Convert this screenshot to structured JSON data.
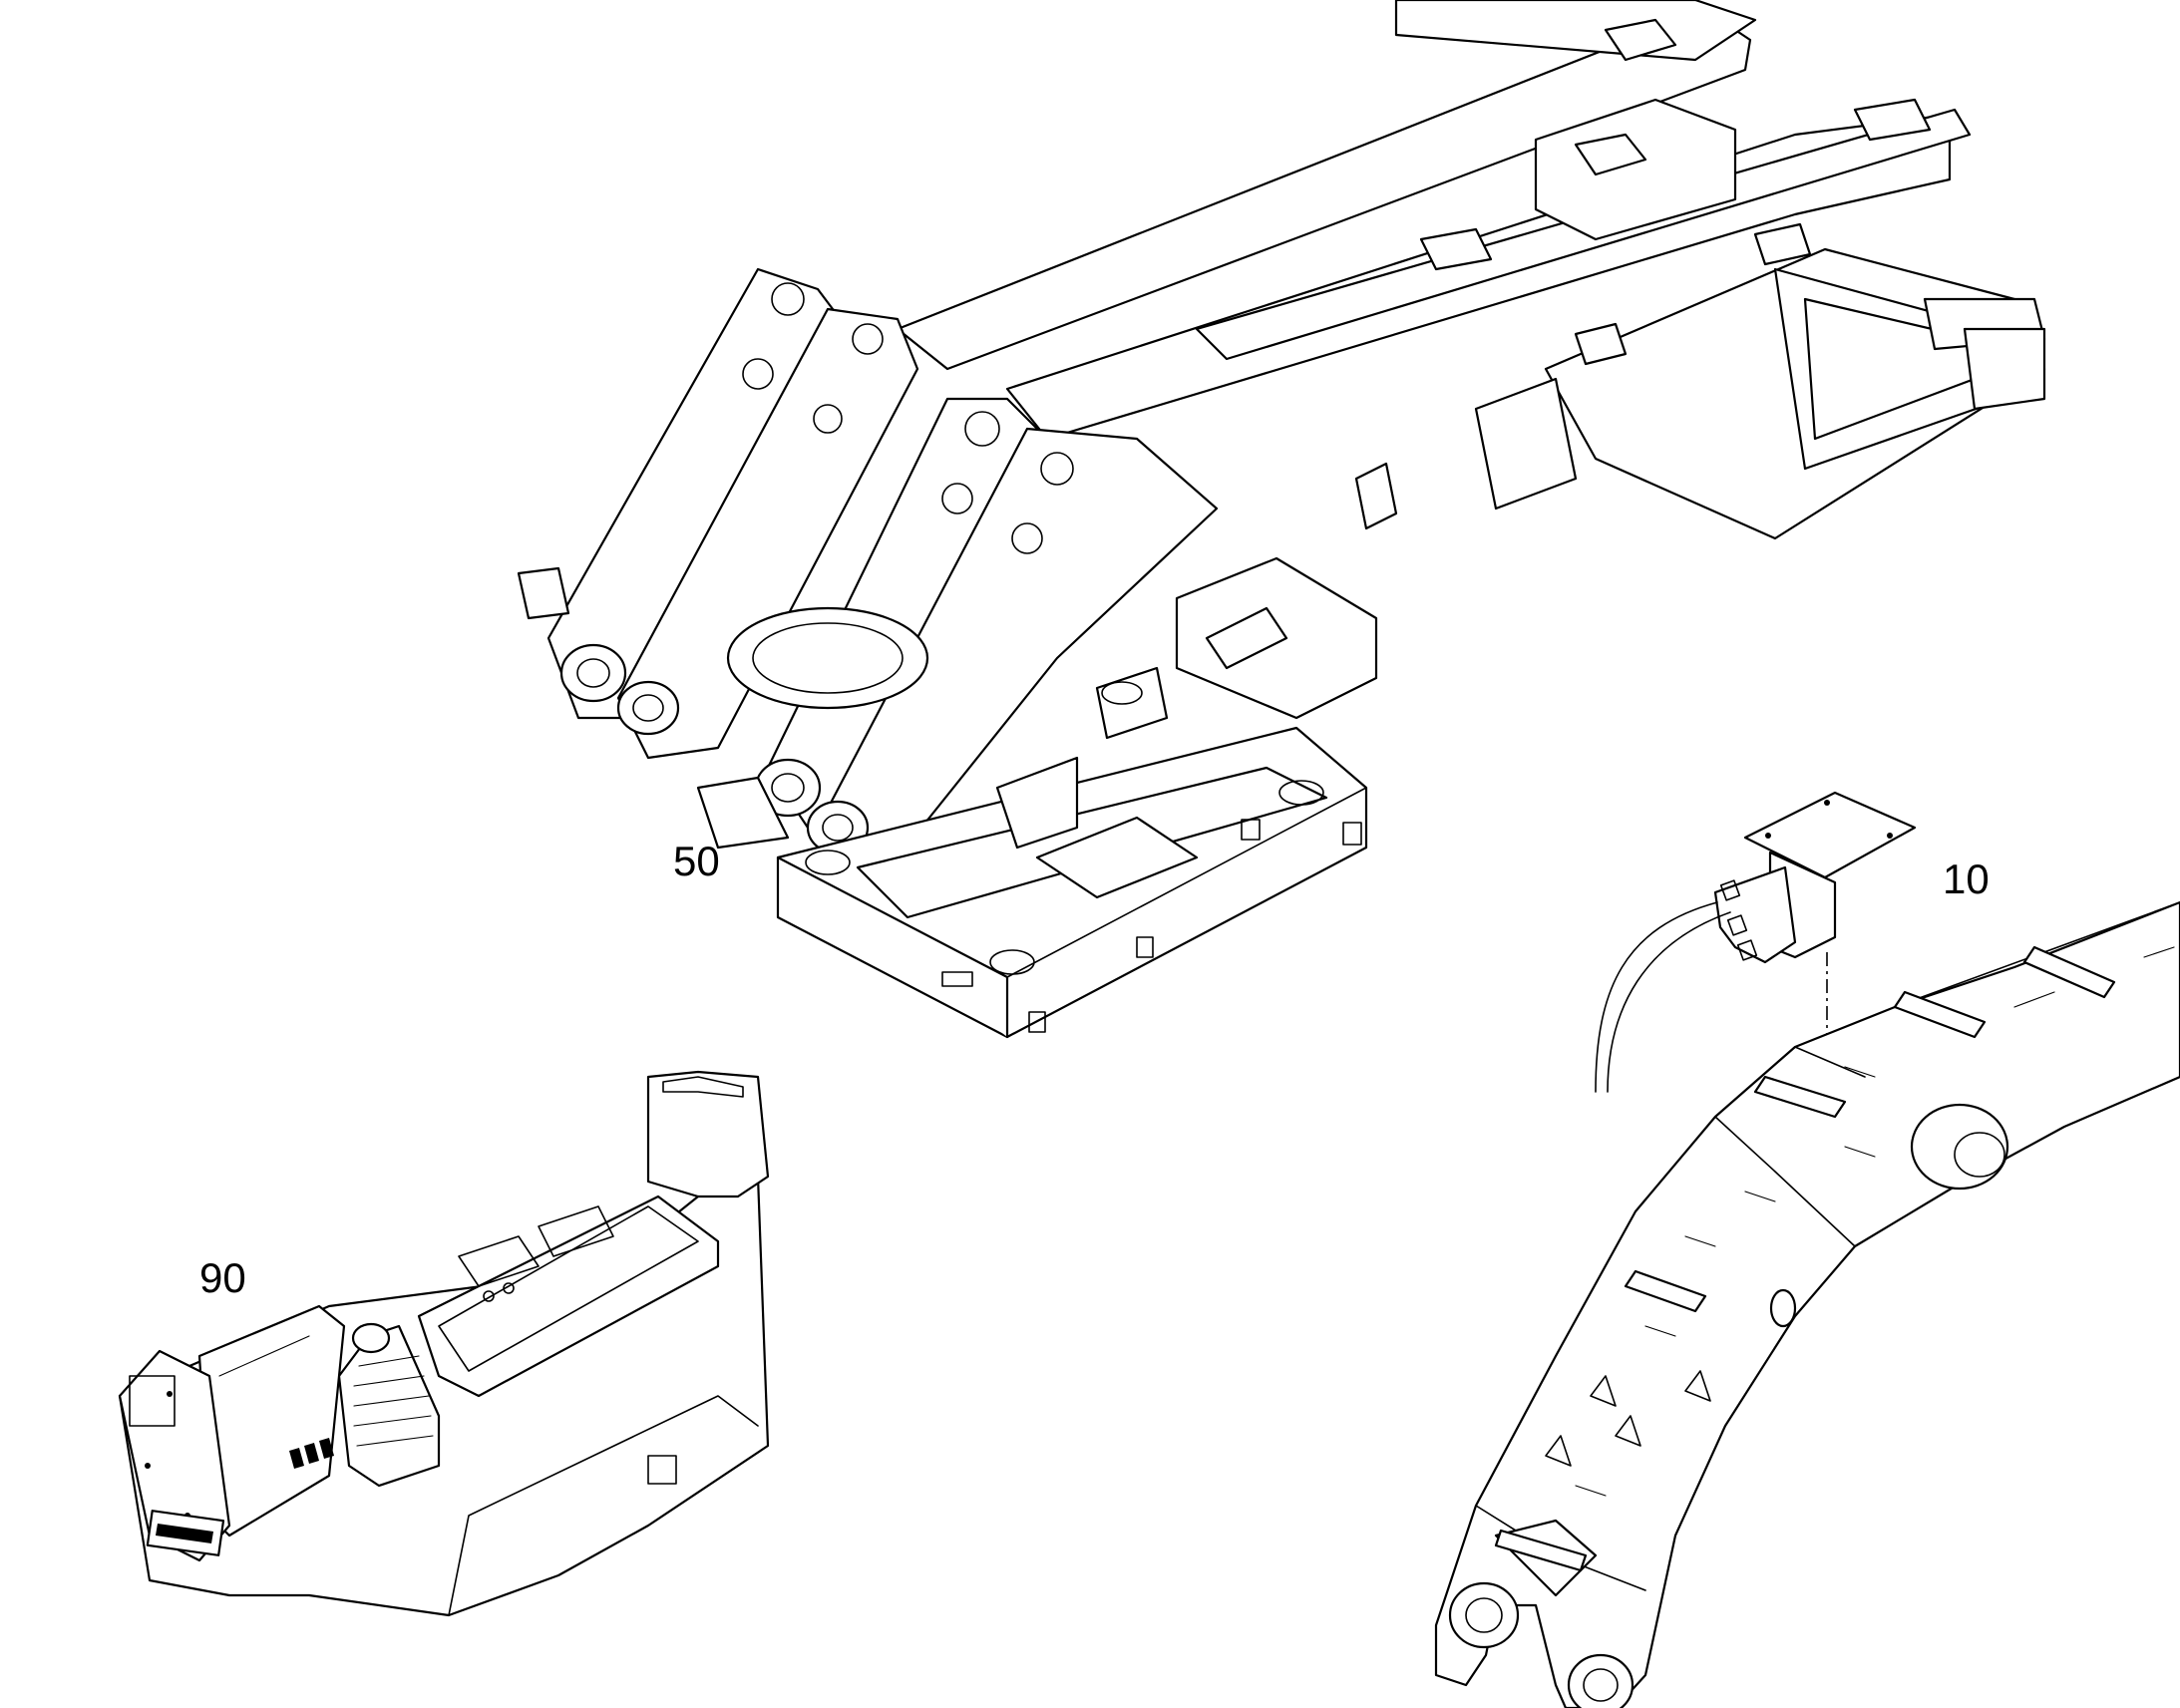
{
  "diagram": {
    "callouts": [
      {
        "id": "frame",
        "label": "50"
      },
      {
        "id": "valve",
        "label": "10"
      },
      {
        "id": "console",
        "label": "90"
      }
    ]
  }
}
